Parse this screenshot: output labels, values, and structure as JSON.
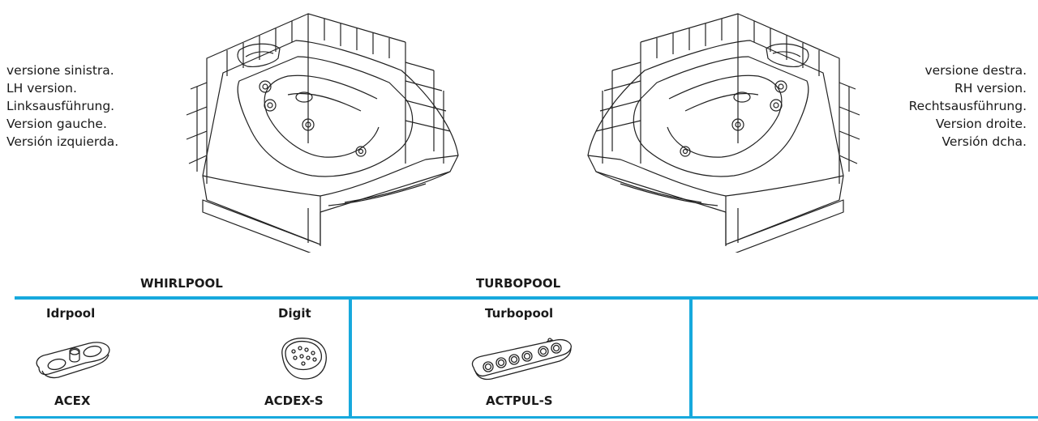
{
  "left_version": {
    "lines": [
      "versione sinistra.",
      "LH version.",
      "Linksausführung.",
      "Version gauche.",
      "Versión izquierda."
    ]
  },
  "right_version": {
    "lines": [
      "versione destra.",
      "RH version.",
      "Rechtsausführung.",
      "Version droite.",
      "Versión dcha."
    ]
  },
  "sections": {
    "whirlpool": "WHIRLPOOL",
    "turbopool": "TURBOPOOL"
  },
  "products": [
    {
      "name": "Idrpool",
      "code": "ACEX"
    },
    {
      "name": "Digit",
      "code": "ACDEX-S"
    },
    {
      "name": "Turbopool",
      "code": "ACTPUL-S"
    }
  ],
  "colors": {
    "accent": "#17a9dd",
    "line": "#222222"
  },
  "icons": {
    "tub_left": "bathtub-left-illustration",
    "tub_right": "bathtub-right-illustration",
    "remote_acex": "idrpool-remote-icon",
    "remote_digit": "digit-remote-icon",
    "remote_turbo": "turbopool-remote-icon"
  }
}
